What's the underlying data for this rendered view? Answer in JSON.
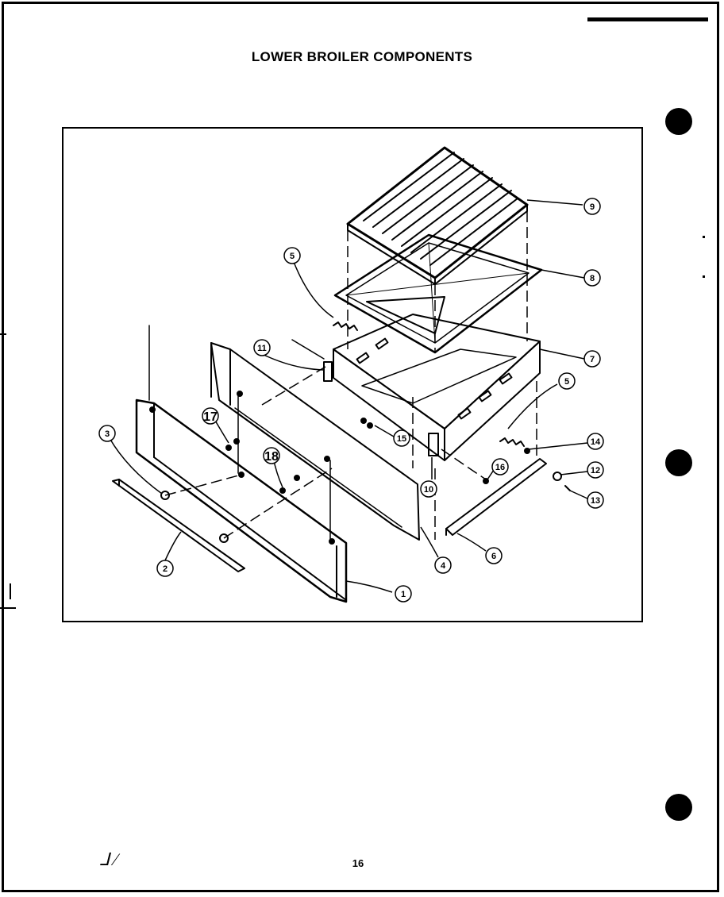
{
  "title": "LOWER BROILER COMPONENTS",
  "page_number": "16",
  "handwritten_mark": "⅃ ⁄",
  "callouts": [
    {
      "id": "1",
      "part": "front-panel"
    },
    {
      "id": "2",
      "part": "trim-rail"
    },
    {
      "id": "3",
      "part": "panel-spacer"
    },
    {
      "id": "4",
      "part": "drawer-body"
    },
    {
      "id": "5",
      "part": "spring"
    },
    {
      "id": "6",
      "part": "slide-rail"
    },
    {
      "id": "7",
      "part": "drawer-frame"
    },
    {
      "id": "8",
      "part": "broiler-pan"
    },
    {
      "id": "9",
      "part": "broiler-grid"
    },
    {
      "id": "10",
      "part": "right-bracket"
    },
    {
      "id": "11",
      "part": "left-bracket"
    },
    {
      "id": "12",
      "part": "roller"
    },
    {
      "id": "13",
      "part": "roller-screw"
    },
    {
      "id": "14",
      "part": "clip"
    },
    {
      "id": "15",
      "part": "fastener"
    },
    {
      "id": "16",
      "part": "screw"
    },
    {
      "id": "17",
      "part": "panel-screw"
    },
    {
      "id": "18",
      "part": "panel-screw-b"
    }
  ]
}
